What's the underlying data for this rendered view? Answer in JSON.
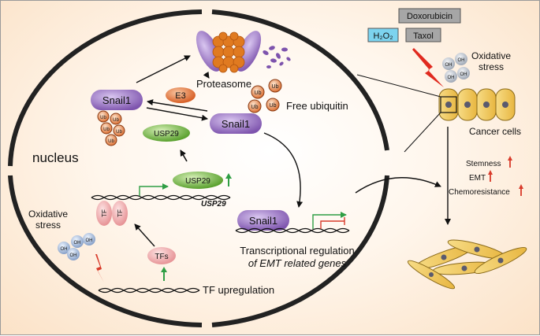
{
  "labels": {
    "nucleus": "nucleus",
    "proteasome": "Proteasome",
    "free_ubiquitin": "Free ubiquitin",
    "snail1": "Snail1",
    "e3": "E3",
    "usp29": "USP29",
    "usp29_gene": "USP29",
    "ub": "Ub",
    "tf": "TF",
    "tfs": "TFs",
    "tf_upregulation": "TF upregulation",
    "oxidative_stress_line1": "Oxidative",
    "oxidative_stress_line2": "stress",
    "transcriptional_line1": "Transcriptional regulation",
    "transcriptional_line2": "of EMT related genes",
    "doxorubicin": "Doxorubicin",
    "h2o2": "H₂O₂",
    "taxol": "Taxol",
    "cancer_cells": "Cancer cells",
    "stemness": "Stemness",
    "emt": "EMT",
    "chemoresistance": "Chemoresistance",
    "oh": "OH"
  },
  "colors": {
    "snail1_purple": "#8b63b6",
    "e3_orange": "#e06a2a",
    "usp29_green": "#6fb33a",
    "ub_orange": "#e0762f",
    "tf_pink": "#f0a7a9",
    "cell_yellow": "#f2c85c",
    "h2o2_blue": "#7cd3ef",
    "drug_gray": "#9e9e9e",
    "arrow_green": "#2f9e44",
    "arrow_red": "#d83a2a"
  }
}
